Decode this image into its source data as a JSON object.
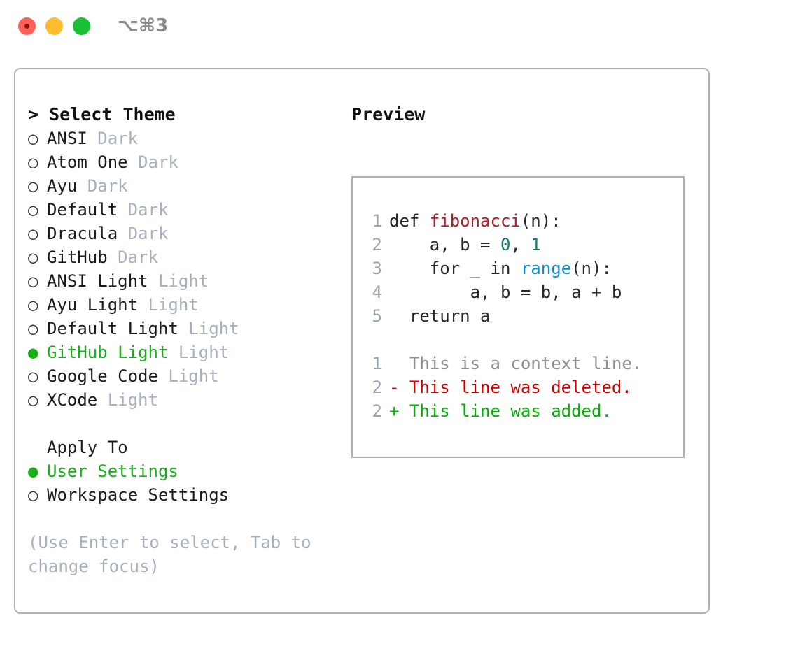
{
  "titlebar": {
    "shortcut": "⌥⌘3",
    "buttons": [
      {
        "name": "close",
        "color": "#ff6058"
      },
      {
        "name": "minimize",
        "color": "#febc2e"
      },
      {
        "name": "maximize",
        "color": "#18c034"
      }
    ]
  },
  "colors": {
    "accent_green": "#18b018",
    "muted": "#a7b0bd",
    "border": "#aab2bd",
    "code_fn": "#b31d28",
    "code_num": "#0a7f72",
    "code_call": "#0d8ecf",
    "diff_del": "#cc0000",
    "diff_add": "#00b000",
    "line_number": "#9aa5b1"
  },
  "theme_panel": {
    "heading": "> Select Theme",
    "items": [
      {
        "marker": "○",
        "name": "ANSI",
        "kind": "Dark",
        "selected": false
      },
      {
        "marker": "○",
        "name": "Atom One",
        "kind": "Dark",
        "selected": false
      },
      {
        "marker": "○",
        "name": "Ayu",
        "kind": "Dark",
        "selected": false
      },
      {
        "marker": "○",
        "name": "Default",
        "kind": "Dark",
        "selected": false
      },
      {
        "marker": "○",
        "name": "Dracula",
        "kind": "Dark",
        "selected": false
      },
      {
        "marker": "○",
        "name": "GitHub",
        "kind": "Dark",
        "selected": false
      },
      {
        "marker": "○",
        "name": "ANSI Light",
        "kind": "Light",
        "selected": false
      },
      {
        "marker": "○",
        "name": "Ayu Light",
        "kind": "Light",
        "selected": false
      },
      {
        "marker": "○",
        "name": "Default Light",
        "kind": "Light",
        "selected": false
      },
      {
        "marker": "●",
        "name": "GitHub Light",
        "kind": "Light",
        "selected": true
      },
      {
        "marker": "○",
        "name": "Google Code",
        "kind": "Light",
        "selected": false
      },
      {
        "marker": "○",
        "name": "XCode",
        "kind": "Light",
        "selected": false
      }
    ]
  },
  "apply_to": {
    "heading": "Apply To",
    "options": [
      {
        "marker": "●",
        "label": "User Settings",
        "selected": true
      },
      {
        "marker": "○",
        "label": "Workspace Settings",
        "selected": false
      }
    ]
  },
  "hint": "(Use Enter to select, Tab to change focus)",
  "preview": {
    "heading": "Preview",
    "code_lines": [
      {
        "number": "1",
        "tokens": [
          {
            "text": "def ",
            "type": "plain"
          },
          {
            "text": "fibonacci",
            "type": "fn"
          },
          {
            "text": "(n):",
            "type": "plain"
          }
        ]
      },
      {
        "number": "2",
        "tokens": [
          {
            "text": "    a, b = ",
            "type": "plain"
          },
          {
            "text": "0",
            "type": "num"
          },
          {
            "text": ", ",
            "type": "plain"
          },
          {
            "text": "1",
            "type": "num"
          }
        ]
      },
      {
        "number": "3",
        "tokens": [
          {
            "text": "    for _ in ",
            "type": "plain"
          },
          {
            "text": "range",
            "type": "call"
          },
          {
            "text": "(n):",
            "type": "plain"
          }
        ]
      },
      {
        "number": "4",
        "tokens": [
          {
            "text": "        a, b = b, a + b",
            "type": "plain"
          }
        ]
      },
      {
        "number": "5",
        "tokens": [
          {
            "text": "  return a",
            "type": "plain"
          }
        ]
      }
    ],
    "diff_lines": [
      {
        "number": "1",
        "prefix": "  ",
        "text": "This is a context line.",
        "type": "ctx"
      },
      {
        "number": "2",
        "prefix": "- ",
        "text": "This line was deleted.",
        "type": "del"
      },
      {
        "number": "2",
        "prefix": "+ ",
        "text": "This line was added.",
        "type": "add"
      }
    ]
  }
}
